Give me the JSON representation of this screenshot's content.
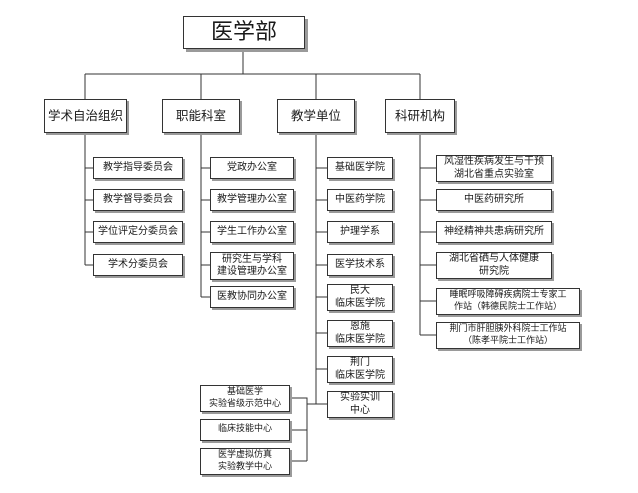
{
  "root": "医学部",
  "branches": [
    {
      "label": "学术自治组织",
      "children": [
        "教学指导委员会",
        "教学督导委员会",
        "学位评定分委员会",
        "学术分委员会"
      ]
    },
    {
      "label": "职能科室",
      "children": [
        "党政办公室",
        "教学管理办公室",
        "学生工作办公室",
        "研究生与学科\n建设管理办公室",
        "医教协同办公室"
      ]
    },
    {
      "label": "教学单位",
      "children": [
        "基础医学院",
        "中医药学院",
        "护理学系",
        "医学技术系",
        "民大\n临床医学院",
        "恩施\n临床医学院",
        "荆门\n临床医学院",
        "实验实训\n中心"
      ],
      "sub_centers": [
        "基础医学\n实验省级示范中心",
        "临床技能中心",
        "医学虚拟仿真\n实验教学中心"
      ]
    },
    {
      "label": "科研机构",
      "children": [
        "风湿性疾病发生与干预\n湖北省重点实验室",
        "中医药研究所",
        "神经精神共患病研究所",
        "湖北省硒与人体健康\n研究院",
        "睡眠呼吸障碍疾病院士专家工\n作站（韩德民院士工作站）",
        "荆门市肝胆胰外科院士工作站\n（陈孝平院士工作站）"
      ]
    }
  ]
}
